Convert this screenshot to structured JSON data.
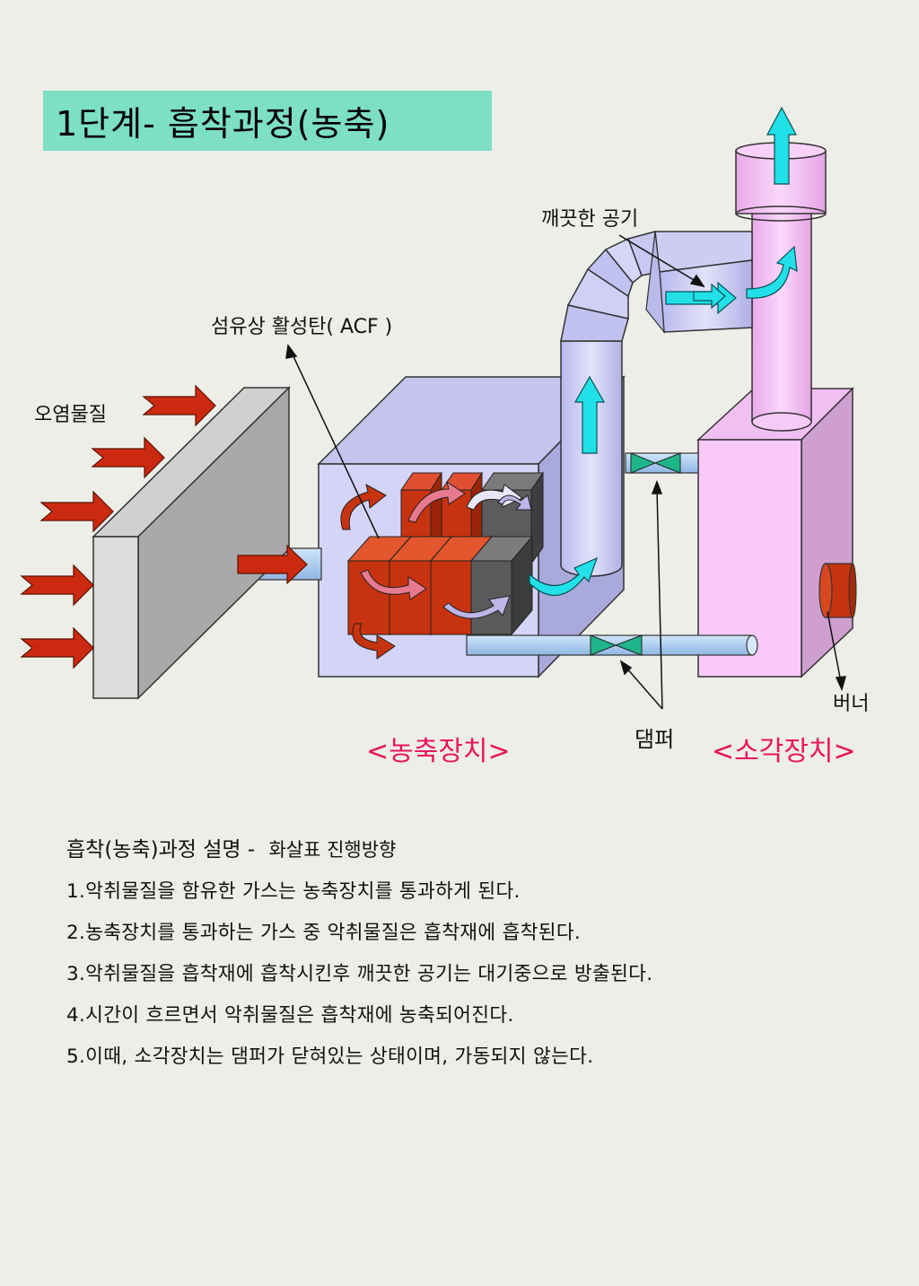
{
  "title": "1단계- 흡착과정(농축)",
  "labels": {
    "clean_air": "깨끗한 공기",
    "acf": "섬유상 활성탄( ACF )",
    "pollutant": "오염물질",
    "damper": "댐퍼",
    "burner": "버너",
    "concentrator": "<농축장치>",
    "incinerator": "<소각장치>"
  },
  "description": {
    "heading": "흡착(농축)과정 설명 -",
    "heading_sub": "화살표 진행방향",
    "steps": [
      "1.악취물질을 함유한 가스는 농축장치를 통과하게 된다.",
      "2.농축장치를 통과하는 가스 중 악취물질은 흡착재에 흡착된다.",
      "3.악취물질을 흡착재에 흡착시킨후 깨끗한 공기는 대기중으로 방출된다.",
      "4.시간이 흐르면서 악취물질은 흡착재에 농축되어진다.",
      "5.이때, 소각장치는 댐퍼가 닫혀있는 상태이며, 가동되지 않는다."
    ]
  },
  "colors": {
    "title_bg": "#7ddfc4",
    "unit_label": "#e8155f",
    "concentrator_box": "#cfcff5",
    "incinerator_box": "#f6c8f6",
    "pollutant_arrow": "#cc2a10",
    "clean_arrow": "#22e0e8",
    "damper_valve": "#1fb58a",
    "adsorbent_block": "#c8330f",
    "used_block": "#5a5a5a"
  }
}
